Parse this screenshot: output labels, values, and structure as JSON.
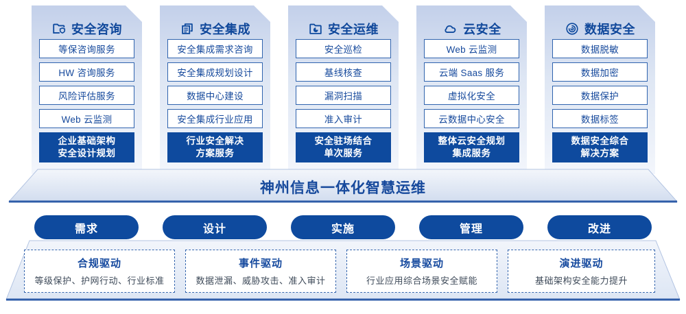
{
  "colors": {
    "accent_blue": "#0E4A9E",
    "text_blue": "#16499C",
    "item_border": "#2F63AE",
    "panel_top": "#C3D0EA",
    "panel_bottom": "#F3F6FC",
    "edge_line": "#2E5CA8"
  },
  "columns": [
    {
      "title": "安全咨询",
      "icon": "folder-shield-icon",
      "items": [
        "等保咨询服务",
        "HW 咨询服务",
        "风险评估服务",
        "Web 云监测"
      ],
      "highlight": [
        "企业基础架构",
        "安全设计规划"
      ]
    },
    {
      "title": "安全集成",
      "icon": "copy-documents-icon",
      "items": [
        "安全集成需求咨询",
        "安全集成规划设计",
        "数据中心建设",
        "安全集成行业应用"
      ],
      "highlight": [
        "行业安全解决",
        "方案服务"
      ]
    },
    {
      "title": "安全运维",
      "icon": "folder-clock-icon",
      "items": [
        "安全巡检",
        "基线核查",
        "漏洞扫描",
        "准入审计"
      ],
      "highlight": [
        "安全驻场结合",
        "单次服务"
      ]
    },
    {
      "title": "云安全",
      "icon": "cloud-icon",
      "items": [
        "Web 云监测",
        "云端 Saas 服务",
        "虚拟化安全",
        "云数据中心安全"
      ],
      "highlight": [
        "整体云安全规划",
        "集成服务"
      ]
    },
    {
      "title": "数据安全",
      "icon": "fingerprint-icon",
      "items": [
        "数据脱敏",
        "数据加密",
        "数据保护",
        "数据标签"
      ],
      "highlight": [
        "数据安全综合",
        "解决方案"
      ]
    }
  ],
  "banner": {
    "title": "神州信息一体化智慧运维"
  },
  "process_pills": [
    "需求",
    "设计",
    "实施",
    "管理",
    "改进"
  ],
  "drivers": [
    {
      "title": "合规驱动",
      "desc": "等级保护、护网行动、行业标准"
    },
    {
      "title": "事件驱动",
      "desc": "数据泄漏、威胁攻击、准入审计"
    },
    {
      "title": "场景驱动",
      "desc": "行业应用综合场景安全赋能"
    },
    {
      "title": "演进驱动",
      "desc": "基础架构安全能力提升"
    }
  ]
}
